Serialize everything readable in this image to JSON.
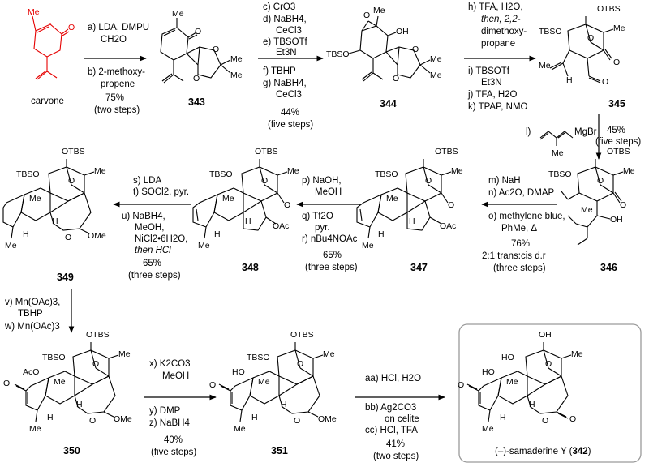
{
  "colors": {
    "highlight": "#e60000",
    "frame": "#9a9a9a"
  },
  "compounds": {
    "carvone": "carvone",
    "c343": "343",
    "c344": "344",
    "c345": "345",
    "c346": "346",
    "c347": "347",
    "c348": "348",
    "c349": "349",
    "c350": "350",
    "c351": "351",
    "final_prefix": "(–)-samaderine Y (",
    "final_num": "342",
    "final_suffix": ")"
  },
  "steps": {
    "s1": [
      "a) LDA, DMPU",
      "CH2O",
      "b) 2-methoxy-",
      "propene",
      "75%",
      "(two steps)"
    ],
    "s2": [
      "c) CrO3",
      "d) NaBH4,",
      "CeCl3",
      "e) TBSOTf",
      "Et3N",
      "f)  TBHP",
      "g) NaBH4,",
      "CeCl3",
      "44%",
      "(five steps)"
    ],
    "s3": [
      "h) TFA, H2O,",
      "then, 2,2-",
      "dimethoxy-",
      "propane",
      "i)  TBSOTf",
      "Et3N",
      "j)  TFA, H2O",
      "k) TPAP, NMO"
    ],
    "s4": [
      "l)",
      "MgBr",
      "45%",
      "(five steps)"
    ],
    "s5": [
      "m) NaH",
      "n) Ac2O, DMAP",
      "o) methylene blue,",
      "PhMe, Δ",
      "76%",
      "2:1 trans:cis d.r",
      "(three steps)"
    ],
    "s6": [
      "p) NaOH,",
      "MeOH",
      "q) Tf2O",
      "pyr.",
      "r) nBu4NOAc",
      "65%",
      "(three steps)"
    ],
    "s7": [
      "s) LDA",
      "t) SOCl2, pyr.",
      "u) NaBH4,",
      "MeOH,",
      "NiCl2•6H2O,",
      "then HCl",
      "65%",
      "(three steps)"
    ],
    "s8": [
      "v) Mn(OAc)3,",
      "TBHP",
      "w) Mn(OAc)3"
    ],
    "s9": [
      "x) K2CO3",
      "MeOH",
      "y) DMP",
      "z) NaBH4",
      "40%",
      "(five steps)"
    ],
    "s10": [
      "aa) HCl, H2O",
      "bb) Ag2CO3",
      "on celite",
      "cc) HCl, TFA",
      "41%",
      "(two steps)"
    ]
  },
  "atoms": {
    "O": "O",
    "OH": "OH",
    "HO": "HO",
    "Me": "Me",
    "H": "H",
    "OTBS": "OTBS",
    "TBSO": "TBSO",
    "OMe": "OMe",
    "OAc": "OAc",
    "AcO": "AcO"
  }
}
